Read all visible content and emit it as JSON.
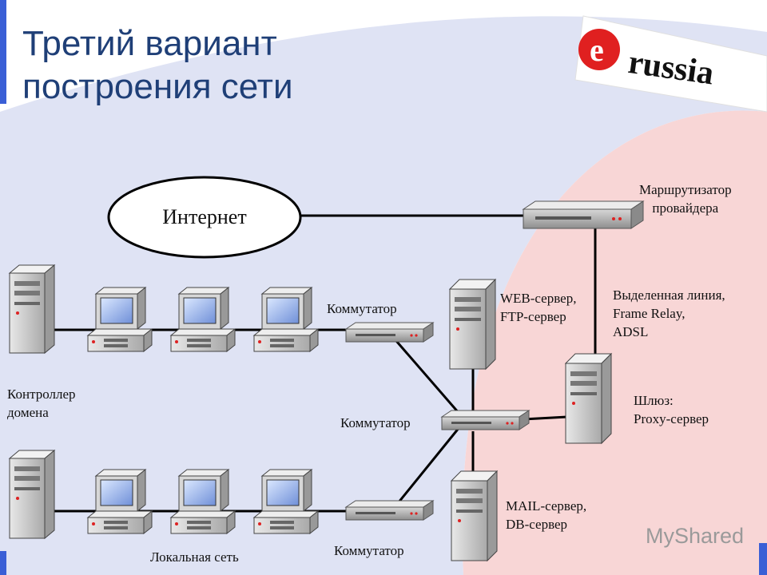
{
  "slide": {
    "title_line1": "Третий вариант",
    "title_line2": "построения сети"
  },
  "logo": {
    "text": "russia",
    "mark": "e-circle-icon"
  },
  "watermark": {
    "text": "MyShared"
  },
  "nodes": {
    "internet": "Интернет",
    "router": [
      "Маршрутизатор",
      "провайдера"
    ],
    "leased_line": [
      "Выделенная линия,",
      "Frame Relay,",
      "ADSL"
    ],
    "web_server": [
      "WEB-сервер,",
      "FTP-сервер"
    ],
    "gateway": [
      "Шлюз:",
      "Proxy-сервер"
    ],
    "mail_server": [
      "MAIL-сервер,",
      "DB-сервер"
    ],
    "switch_top": "Коммутатор",
    "switch_mid": "Коммутатор",
    "switch_bottom": "Коммутатор",
    "domain_controller": [
      "Контроллер",
      "домена"
    ],
    "lan": "Локальная сеть"
  },
  "colors": {
    "title": "#1f3f77",
    "background_blue": "#dfe3f4",
    "background_pink": "#f8d6d6",
    "accent_bar": "#3a5fd6"
  }
}
